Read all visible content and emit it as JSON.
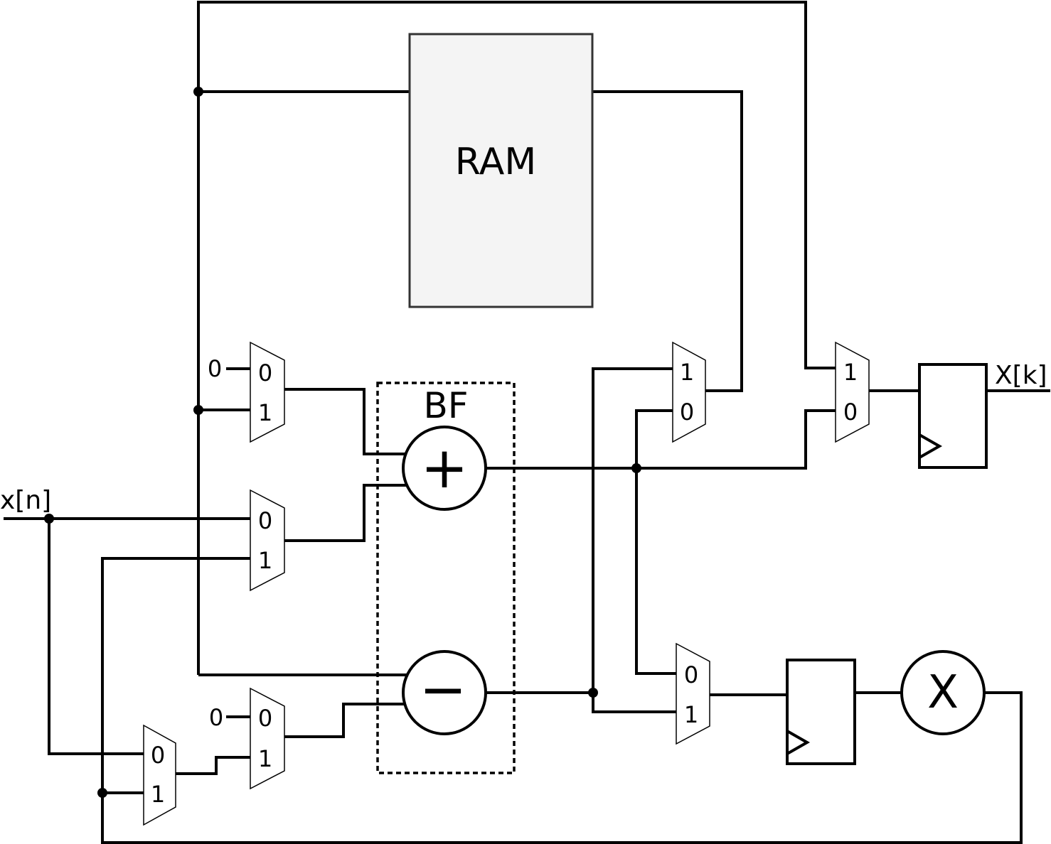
{
  "labels": {
    "ram": "RAM",
    "bf": "BF",
    "input": "x[n]",
    "output": "X[k]",
    "const_zero_top": "0",
    "const_zero_bottom": "0"
  },
  "mux_a": {
    "in_top": "0",
    "in_bottom": "1"
  },
  "mux_b": {
    "in_top": "0",
    "in_bottom": "1"
  },
  "mux_c": {
    "in_top": "0",
    "in_bottom": "1"
  },
  "mux_d": {
    "in_top": "0",
    "in_bottom": "1"
  },
  "mux_e": {
    "in_top": "1",
    "in_bottom": "0"
  },
  "mux_f": {
    "in_top": "0",
    "in_bottom": "1"
  },
  "mux_g": {
    "in_top": "1",
    "in_bottom": "0"
  },
  "operators": {
    "add": "+",
    "sub": "−",
    "mul": "X"
  },
  "colors": {
    "ram_fill": "#f4f4f4",
    "line": "#000000"
  }
}
